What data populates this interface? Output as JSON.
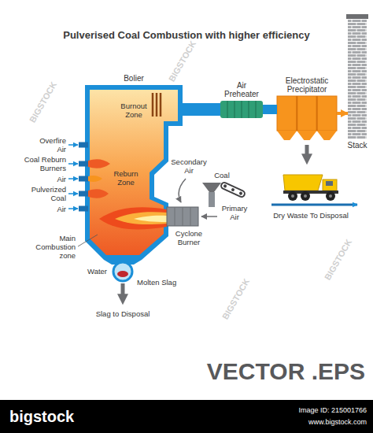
{
  "diagram": {
    "title": "Pulverised Coal Combustion with higher efficiency",
    "nodes": [
      {
        "text": [
          "Bolier"
        ]
      },
      {
        "text": [
          "Air Preheater"
        ]
      },
      {
        "text": [
          "Electrostatic Precipitator"
        ]
      },
      {
        "text": [
          "Stack"
        ]
      },
      {
        "text": [
          "bigstock",
          "Image ID: 215001766",
          "www.bigstock.com"
        ]
      }
    ],
    "edges": [
      {
        "from": 0,
        "to": 1,
        "arrow": "none"
      },
      {
        "from": 1,
        "to": 2,
        "arrow": "none"
      },
      {
        "from": 2,
        "to": 3,
        "arrow": "to"
      }
    ],
    "labels": [
      "Burnout Zone",
      "Reburn Zone",
      "Overfire Air",
      "Coal Reburn Burners",
      "Air",
      "Pulverized Coal",
      "Air",
      "Secondary Air",
      "Coal",
      "Primary Air",
      "Cyclone Burner",
      "Main Combustion zone",
      "Water",
      "Molten Slag",
      "Slag to Disposal",
      "Dry Waste To Disposal",
      "VECTOR .EPS",
      "BIGSTOCK",
      "BIGSTOCK",
      "BIGSTOCK",
      "BIGSTOCK"
    ]
  }
}
